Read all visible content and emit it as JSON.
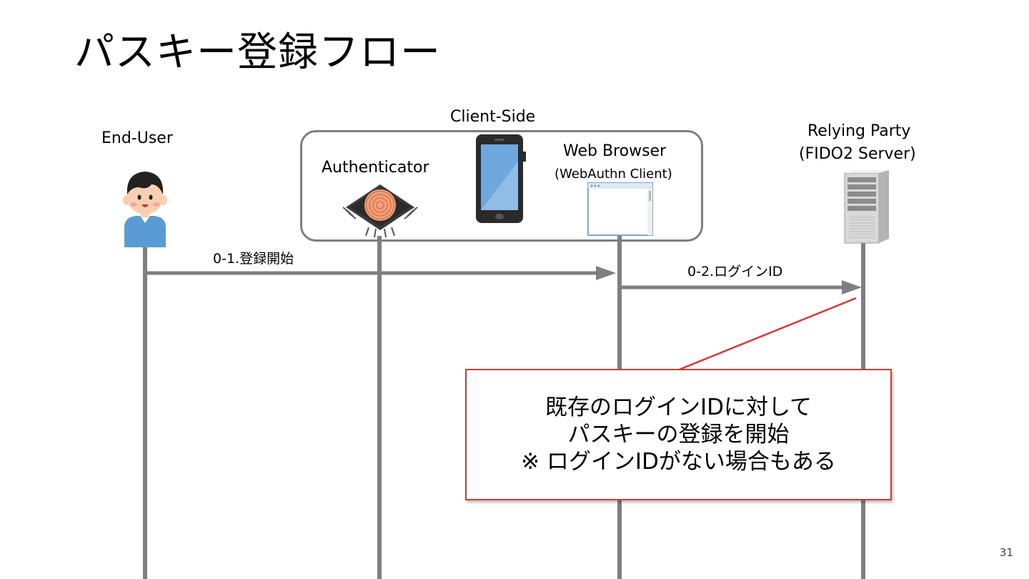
{
  "slide": {
    "title": "パスキー登録フロー",
    "page_number": "31"
  },
  "actors": {
    "end_user": "End-User",
    "client_side": "Client-Side",
    "authenticator": "Authenticator",
    "web_browser": "Web Browser",
    "web_browser_sub": "(WebAuthn Client)",
    "relying_party": "Relying Party",
    "relying_party_sub": "(FIDO2 Server)"
  },
  "messages": {
    "m1": "0-1.登録開始",
    "m2": "0-2.ログインID"
  },
  "callout": {
    "line1": "既存のログインIDに対して",
    "line2": "パスキーの登録を開始",
    "line3": "※ ログインIDがない場合もある"
  },
  "colors": {
    "lifeline": "#7f7f7f",
    "callout_border": "#d63a36",
    "user_shirt": "#5b9bd5",
    "phone_screen": "#6fa8dc"
  },
  "icons": {
    "user": "user-avatar-icon",
    "chip": "fingerprint-chip-icon",
    "phone": "smartphone-icon",
    "browser": "browser-window-icon",
    "server": "server-rack-icon"
  }
}
